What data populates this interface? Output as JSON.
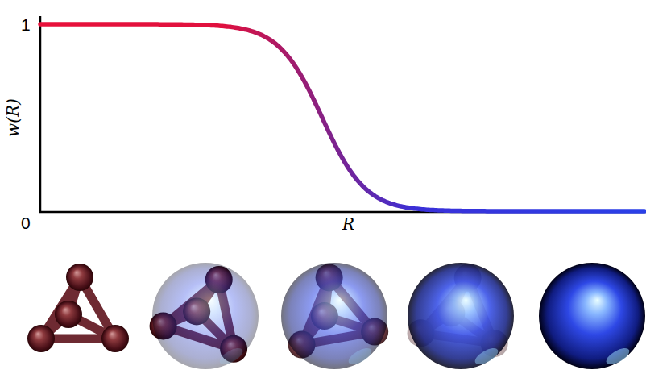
{
  "diagram": {
    "labels": [
      "1",
      "0",
      "w(R)",
      "R"
    ]
  }
}
